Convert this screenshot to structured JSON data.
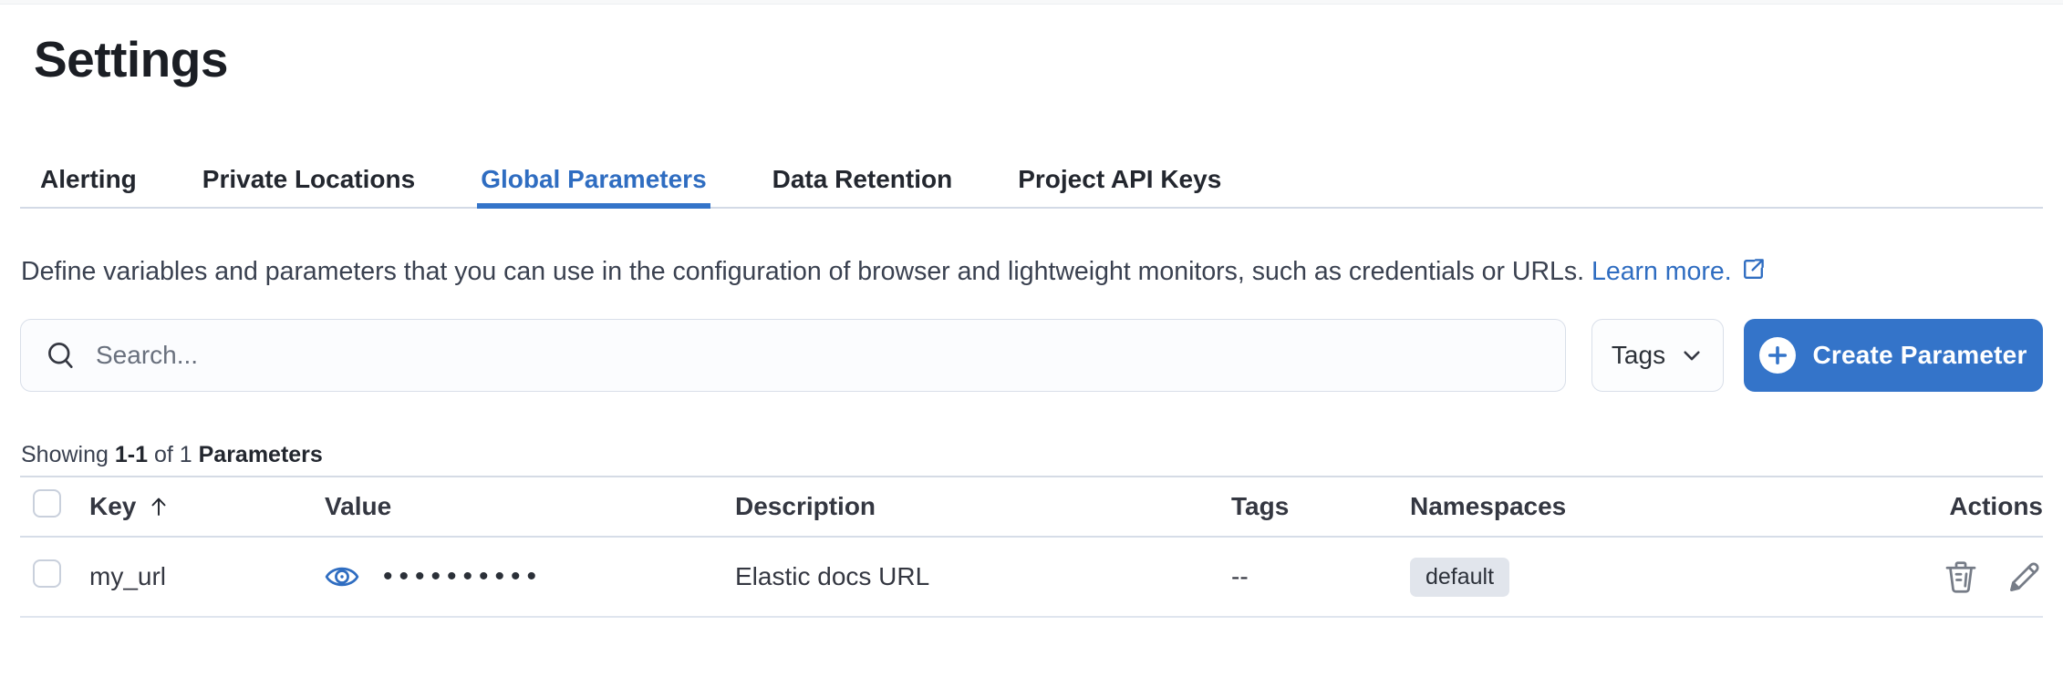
{
  "page": {
    "title": "Settings"
  },
  "tabs": [
    {
      "label": "Alerting",
      "active": false
    },
    {
      "label": "Private Locations",
      "active": false
    },
    {
      "label": "Global Parameters",
      "active": true
    },
    {
      "label": "Data Retention",
      "active": false
    },
    {
      "label": "Project API Keys",
      "active": false
    }
  ],
  "description": {
    "text": "Define variables and parameters that you can use in the configuration of browser and lightweight monitors, such as credentials or URLs.",
    "link_label": "Learn more.",
    "link_icon": "external-link-icon"
  },
  "toolbar": {
    "search_placeholder": "Search...",
    "search_icon": "search-icon",
    "tags_button_label": "Tags",
    "tags_button_icon": "chevron-down-icon",
    "create_button_label": "Create Parameter",
    "create_button_icon": "plus-in-circle-icon"
  },
  "summary": {
    "prefix": "Showing",
    "range": "1-1",
    "middle": "of 1",
    "entity": "Parameters"
  },
  "table": {
    "columns": [
      "Key",
      "Value",
      "Description",
      "Tags",
      "Namespaces",
      "Actions"
    ],
    "sort": {
      "column": "Key",
      "direction": "ascending",
      "icon": "sort-ascending-arrow-icon"
    },
    "rows": [
      {
        "key": "my_url",
        "value_masked": "••••••••••",
        "value_icon": "eye-icon",
        "description": "Elastic docs URL",
        "tags": "--",
        "namespace": "default",
        "actions": [
          "delete",
          "edit"
        ]
      }
    ]
  },
  "colors": {
    "accent_blue": "#3474c9",
    "link_blue": "#2f6dc1",
    "text_dark": "#23272f",
    "divider": "#d3dae6",
    "badge_bg": "#e1e5ec",
    "button_text": "#ffffff"
  }
}
